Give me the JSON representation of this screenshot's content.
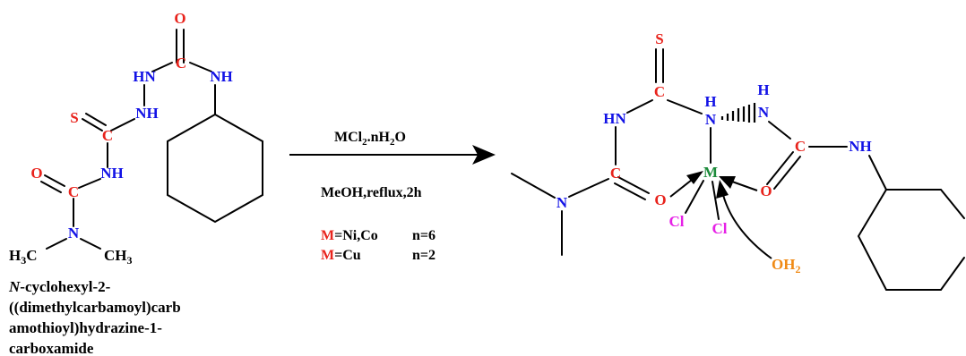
{
  "colors": {
    "heteroatom_red": "#e8231c",
    "nitrogen_blue": "#1212e6",
    "metal_green": "#1b8a3a",
    "chlorine_magenta": "#e620e6",
    "water_orange": "#f08a14",
    "bond_black": "#000000"
  },
  "reactant": {
    "atoms": {
      "o_top": "O",
      "c_urea": "C",
      "hn_left": "HN",
      "nh_right": "NH",
      "s": "S",
      "nh_mid": "NH",
      "c_thio": "C",
      "o_left": "O",
      "c_amide": "C",
      "nh_low": "NH",
      "n_dimethyl": "N",
      "h3c": "H",
      "h3c_sub": "3",
      "h3c_c": "C",
      "ch3_c": "CH",
      "ch3_sub": "3"
    },
    "name_italic": "N",
    "name_lines": [
      "-cyclohexyl-2-",
      "((dimethylcarbamoyl)carb",
      "amothioyl)hydrazine-1-",
      "carboxamide"
    ]
  },
  "conditions": {
    "reagent_main": "MCl",
    "reagent_sub": "2",
    "reagent_mid": ".nH",
    "reagent_sub2": "2",
    "reagent_end": "O",
    "solvent": "MeOH,reflux,2h",
    "metal_rows": [
      {
        "m": "M",
        "eq": "=Ni,Co",
        "n": "n=6"
      },
      {
        "m": "M",
        "eq": "=Cu",
        "n": "n=2"
      }
    ]
  },
  "product": {
    "atoms": {
      "s": "S",
      "c_thio": "C",
      "hn": "HN",
      "nh_n": "N",
      "nh_h": "H",
      "h_top": "H",
      "n_top": "N",
      "c_amide": "C",
      "o_left": "O",
      "n_dimethyl": "N",
      "m": "M",
      "c_urea": "C",
      "o_right": "O",
      "nh_right": "NH",
      "cl1": "Cl",
      "cl2": "Cl",
      "oh2_main": "OH",
      "oh2_sub": "2"
    }
  }
}
